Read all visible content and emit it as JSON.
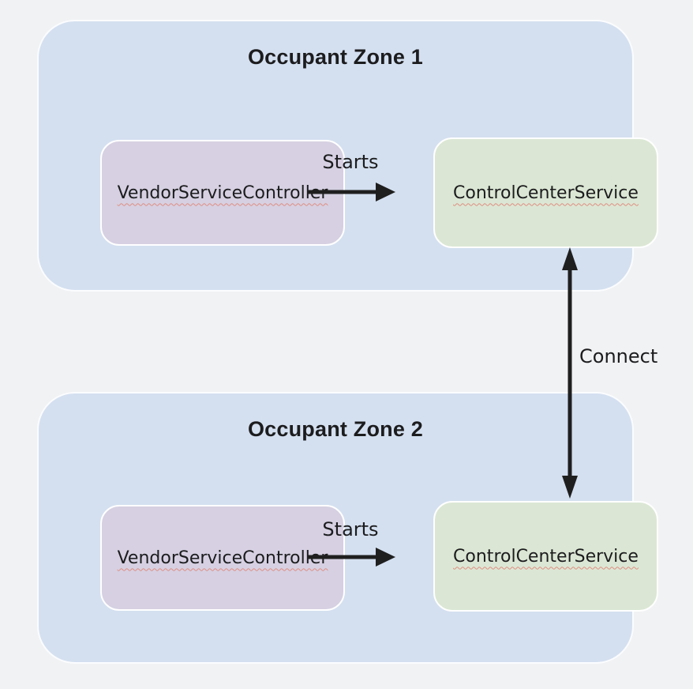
{
  "diagram": {
    "zones": [
      {
        "title": "Occupant Zone 1",
        "controller_label": "VendorServiceController",
        "service_label": "ControlCenterService",
        "edge_label": "Starts"
      },
      {
        "title": "Occupant Zone 2",
        "controller_label": "VendorServiceController",
        "service_label": "ControlCenterService",
        "edge_label": "Starts"
      }
    ],
    "connect_edge_label": "Connect",
    "colors": {
      "canvas_bg": "#f1f2f4",
      "zone_fill": "#d4e0f0",
      "zone_border": "#fbfcfe",
      "controller_fill": "#d6d0e2",
      "service_fill": "#dbe7d4",
      "box_border": "#ffffff",
      "arrow": "#1f1f1f",
      "text": "#1c1c1e",
      "spellcheck_underline": "#e08e82"
    }
  }
}
